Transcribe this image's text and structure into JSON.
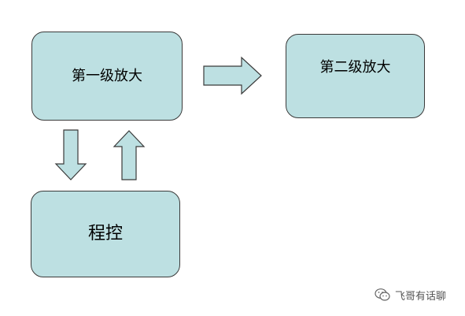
{
  "diagram": {
    "nodes": {
      "stage1": {
        "label": "第一级放大"
      },
      "stage2": {
        "label": "第二级放大"
      },
      "program": {
        "label": "程控"
      }
    },
    "edges": [
      {
        "from": "stage1",
        "to": "stage2"
      },
      {
        "from": "stage1",
        "to": "program"
      },
      {
        "from": "program",
        "to": "stage1"
      }
    ]
  },
  "watermark": {
    "icon": "wechat-icon",
    "text": "飞哥有话聊"
  },
  "colors": {
    "box_fill": "#bde0e2",
    "outline": "#3a3a3a"
  }
}
